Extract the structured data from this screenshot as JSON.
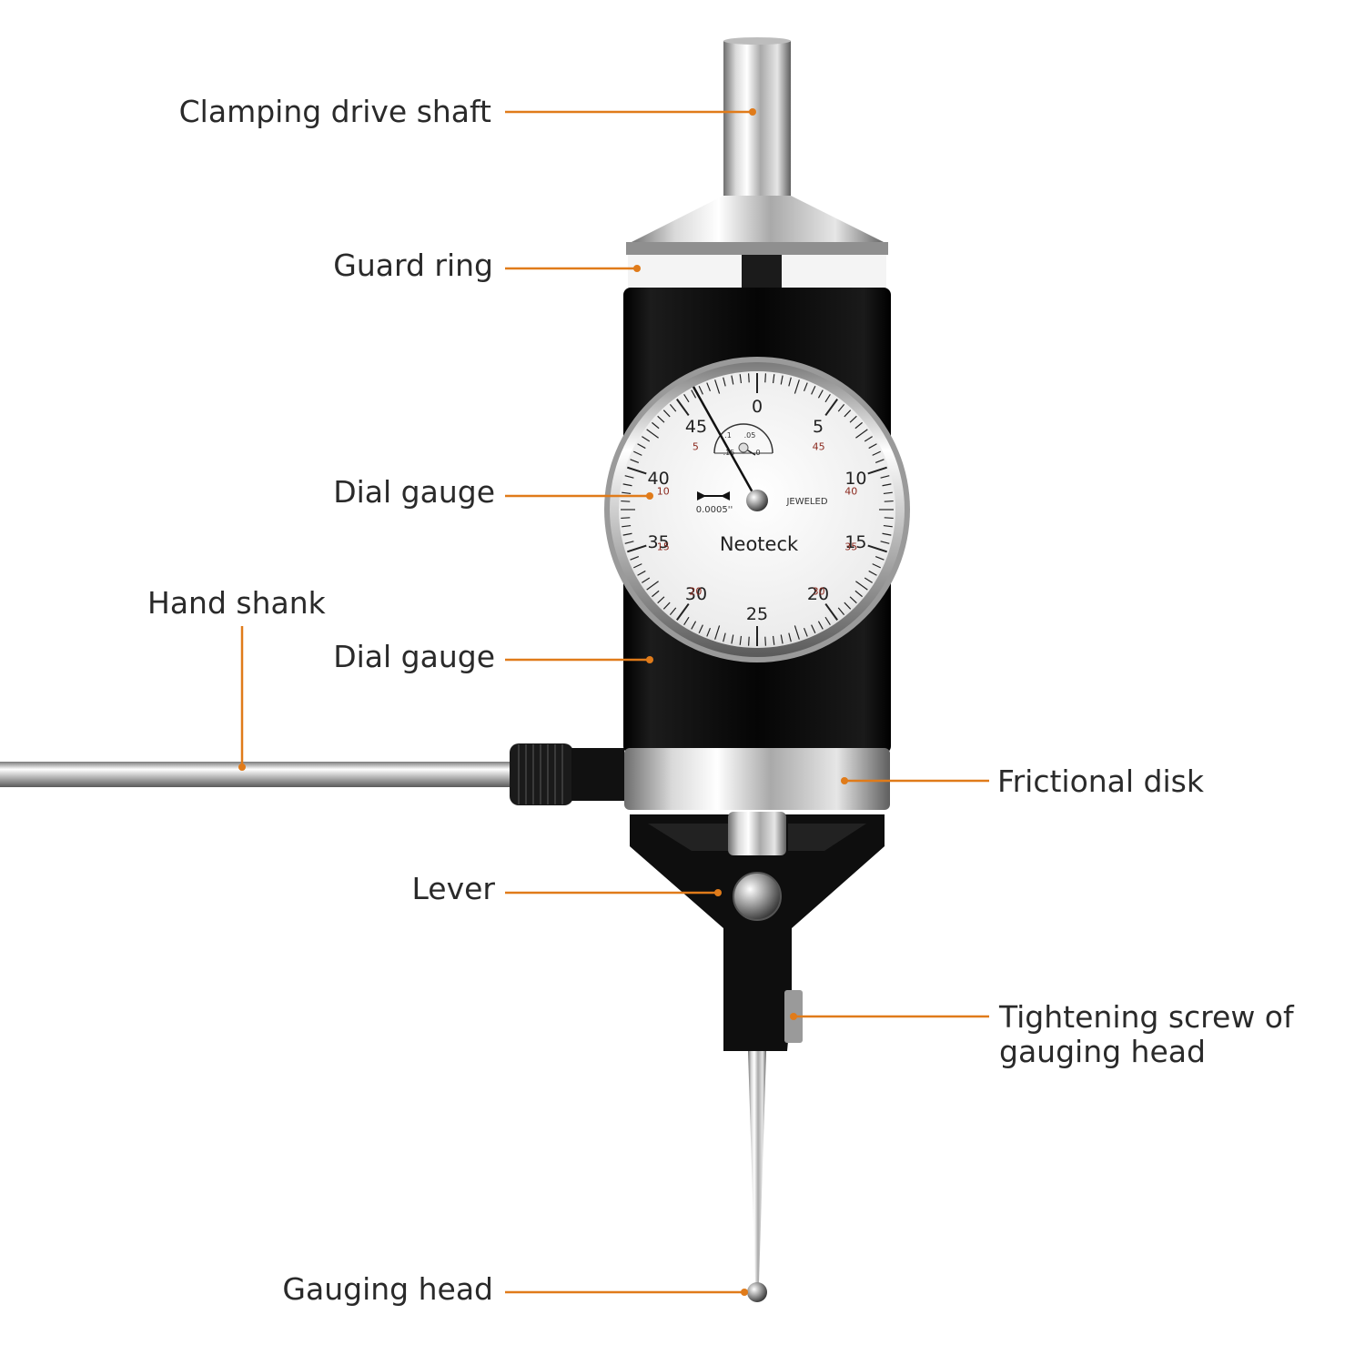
{
  "colors": {
    "leader": "#e07b1a",
    "label_text": "#2a2a2a",
    "body": "#0b0b0b",
    "chrome": "#c8c8c8",
    "dial_face": "#f2f2f2",
    "scale_red": "#8b2a1f"
  },
  "labels": {
    "clamping_drive_shaft": "Clamping drive shaft",
    "guard_ring": "Guard ring",
    "dial_gauge_upper": "Dial gauge",
    "hand_shank": "Hand shank",
    "dial_gauge_lower": "Dial gauge",
    "frictional_disk": "Frictional disk",
    "lever": "Lever",
    "tightening_screw_line1": "Tightening screw of",
    "tightening_screw_line2": "gauging head",
    "gauging_head": "Gauging head"
  },
  "dial": {
    "brand": "Neoteck",
    "resolution": "0.0005''",
    "jeweled": "JEWELED",
    "outer_numbers": [
      "0",
      "5",
      "10",
      "15",
      "20",
      "25",
      "30",
      "35",
      "40",
      "45"
    ],
    "inner_numbers": [
      "45",
      "40",
      "35",
      "30",
      "20",
      "15",
      "10",
      "5"
    ],
    "sub_dial_numbers": [
      ".1",
      ".05",
      ".15",
      "0"
    ]
  }
}
